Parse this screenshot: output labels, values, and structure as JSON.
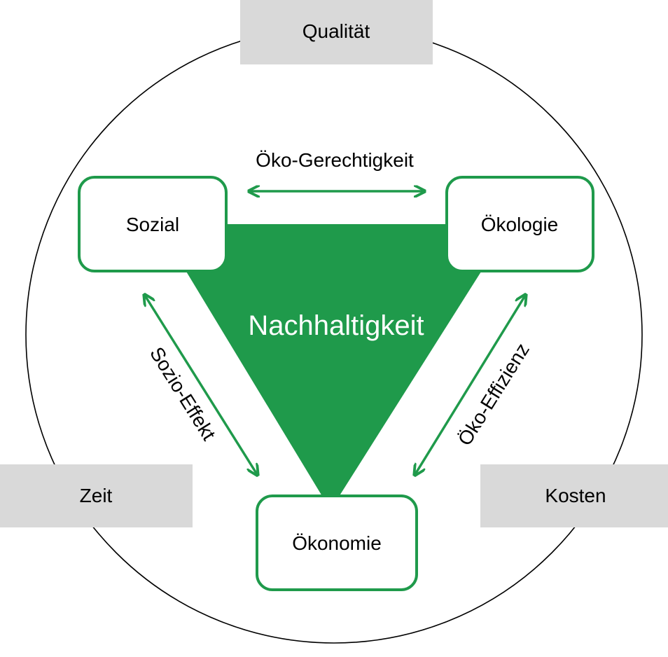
{
  "colors": {
    "green": "#1f9a4b",
    "gray_box": "#d9d9d9",
    "outline": "#000000",
    "text": "#000000",
    "center_text": "#ffffff"
  },
  "constraints": {
    "top": "Qualität",
    "left": "Zeit",
    "right": "Kosten"
  },
  "pillars": {
    "social": "Sozial",
    "ecology": "Ökologie",
    "economy": "Ökonomie"
  },
  "center_label": "Nachhaltigkeit",
  "relations": {
    "social_ecology": "Öko-Gerechtigkeit",
    "social_economy": "Sozio-Effekt",
    "ecology_economy": "Öko-Effizienz"
  }
}
